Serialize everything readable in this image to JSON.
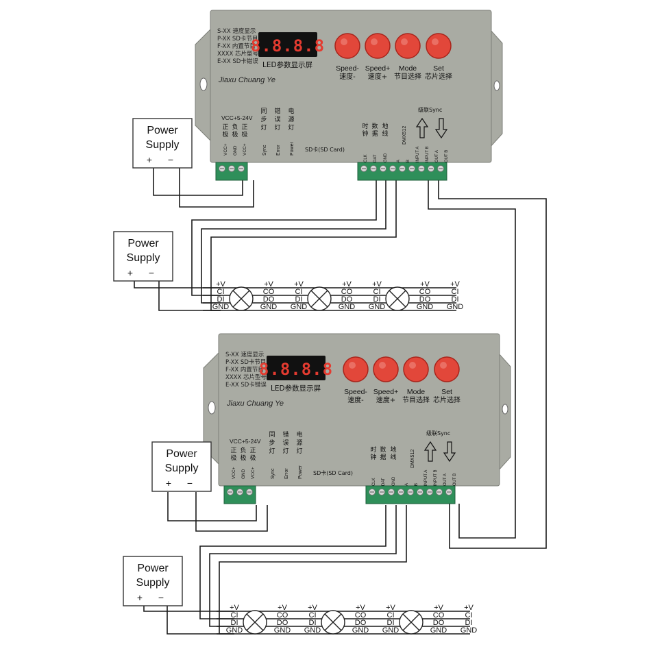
{
  "controller": {
    "menu_lines": [
      "S-XX  速度显示",
      "P-XX  SD卡节目",
      "F-XX  内置节目",
      "XXXX  芯片型号",
      "E-XX  SD卡错误"
    ],
    "display_digits": "8.8.8.8",
    "display_label": "LED参数显示屏",
    "brand": "Jiaxu Chuang Ye",
    "buttons": [
      {
        "en": "Speed-",
        "cn": "速度-"
      },
      {
        "en": "Speed+",
        "cn": "速度+"
      },
      {
        "en": "Mode",
        "cn": "节目选择"
      },
      {
        "en": "Set",
        "cn": "芯片选择"
      }
    ],
    "power_header": "VCC+5-24V",
    "power_cn": [
      "正极",
      "负极",
      "正极"
    ],
    "power_pins": [
      "VCC+",
      "GND",
      "VCC+"
    ],
    "status_cn": [
      "同步灯",
      "错误灯",
      "电源灯"
    ],
    "status_pins": [
      "Sync",
      "Error",
      "Power"
    ],
    "sd_label": "SD卡(SD Card)",
    "data_cn": [
      "时钟",
      "数据",
      "地线"
    ],
    "data_pins": [
      "CLK",
      "DAT",
      "GND",
      "A",
      "B",
      "INPUT A",
      "INPUT B",
      "OUT A",
      "OUT B"
    ],
    "dmx_label": "DMX512",
    "sync_label": "级联Sync"
  },
  "power_supply": {
    "line1": "Power",
    "line2": "Supply",
    "plus": "+",
    "minus": "−"
  },
  "pixel_labels": {
    "vplus": "+V",
    "ci": "CI",
    "di": "DI",
    "co": "CO",
    "do": "DO",
    "gnd": "GND"
  },
  "colors": {
    "housing": "#a9aba3",
    "button": "#e2473a",
    "terminal": "#2f8f5a",
    "wire": "#1a1a1a"
  }
}
